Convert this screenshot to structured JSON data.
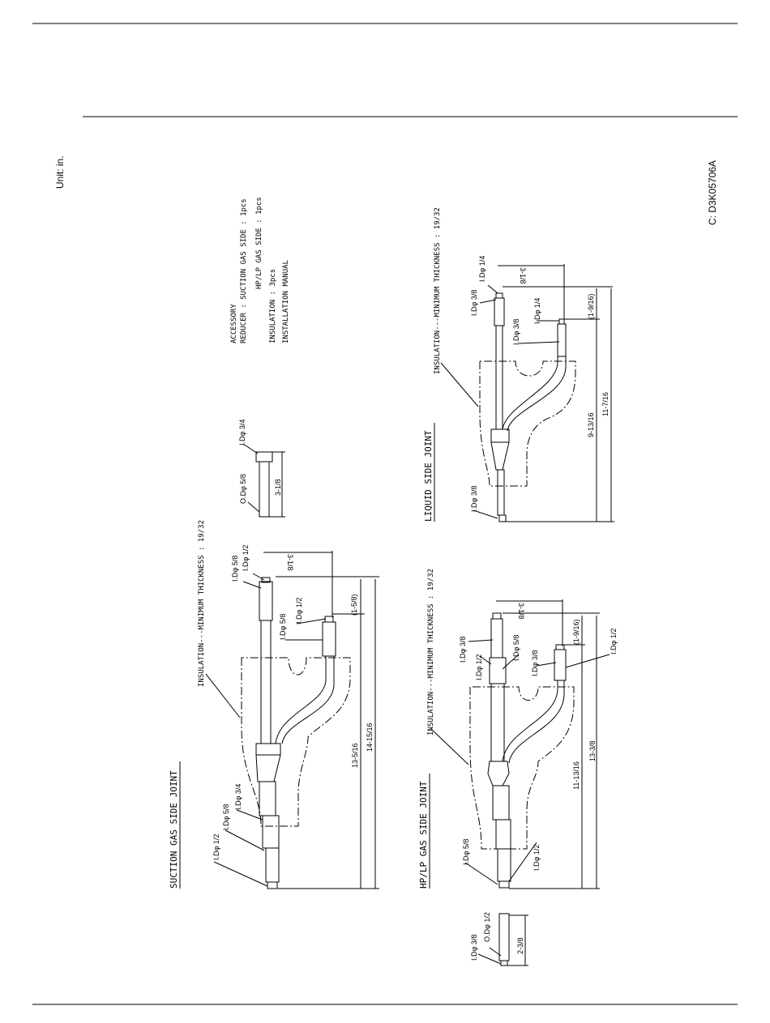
{
  "unit_label": "Unit: in.",
  "drawing_code": "C: D3K05706A",
  "accessory": {
    "line1": "ACCESSORY",
    "line2": "REDUCER : SUCTION GAS SIDE : 1pcs",
    "line3": "HP/LP GAS SIDE : 1pcs",
    "line4": "INSULATION : 3pcs",
    "line5": "INSTALLATION MANUAL"
  },
  "suction": {
    "title": "SUCTION GAS SIDE JOINT",
    "insulation": "INSULATION---MINIMUM THICKNESS : 19/32",
    "id12_left": "I.Dφ 1/2",
    "id58_left": "I.Dφ 5/8",
    "id34_left": "I.Dφ 3/4",
    "id58_top": "I.Dφ 5/8",
    "id12_top": "I.Dφ 1/2",
    "id58_branch": "I.Dφ 5/8",
    "id12_branch": "I.Dφ 1/2",
    "dim_318": "3-1/8",
    "dim_158": "(1-5/8)",
    "dim_13516": "13-5/16",
    "dim_141516": "14-15/16"
  },
  "suction_reducer": {
    "od": "O.Dφ 5/8",
    "id": "I.Dφ 3/4",
    "dim": "3-1/8"
  },
  "hplp": {
    "title": "HP/LP GAS SIDE JOINT",
    "insulation": "INSULATION---MINIMUM THICKNESS : 19/32",
    "id58_left": "I.Dφ 5/8",
    "id12_bottom": "I.Dφ 1/2",
    "id38_top": "I.Dφ 3/8",
    "id12_top": "I.Dφ 1/2",
    "id58_top": "I.Dφ 5/8",
    "id38_branch": "I.Dφ 3/8",
    "id12_right": "I.Dφ 1/2",
    "dim_318": "3-1/8",
    "dim_1916": "(1-9/16)",
    "dim_111316": "11-13/16",
    "dim_1338": "13-3/8"
  },
  "hplp_reducer": {
    "id": "I.Dφ 3/8",
    "od": "O.Dφ 1/2",
    "dim": "2-3/8"
  },
  "liquid": {
    "title": "LIQUID SIDE JOINT",
    "insulation": "INSULATION---MINIMUM THICKNESS : 19/32",
    "id38_left": "I.Dφ 3/8",
    "id38_top": "I.Dφ 3/8",
    "id14_top": "I.Dφ 1/4",
    "id38_branch": "I.Dφ 3/8",
    "id14_branch": "I.Dφ 1/4",
    "dim_318": "3-1/8",
    "dim_1916": "(1-9/16)",
    "dim_91316": "9-13/16",
    "dim_11716": "11-7/16"
  }
}
